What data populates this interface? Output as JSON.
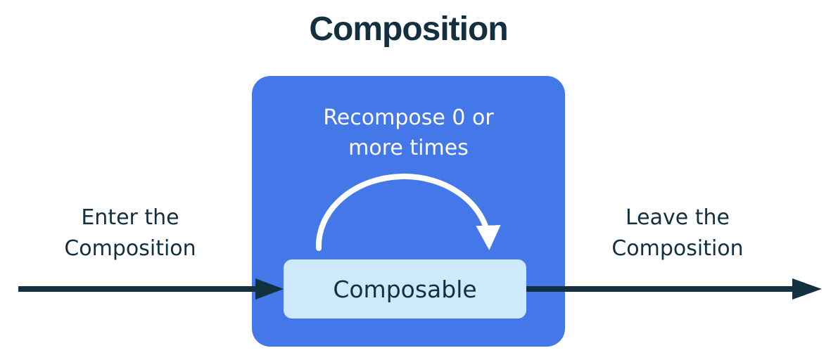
{
  "title": "Composition",
  "diagram": {
    "enter_label": "Enter the\nComposition",
    "leave_label": "Leave the\nComposition",
    "recompose_label": "Recompose 0 or\nmore times",
    "composable_label": "Composable"
  },
  "colors": {
    "box_blue": "#4478E8",
    "composable_bg": "#CEE9FC",
    "ink_navy": "#12303F",
    "arc_white": "#FFFFFF",
    "background": "#FFFFFF"
  }
}
